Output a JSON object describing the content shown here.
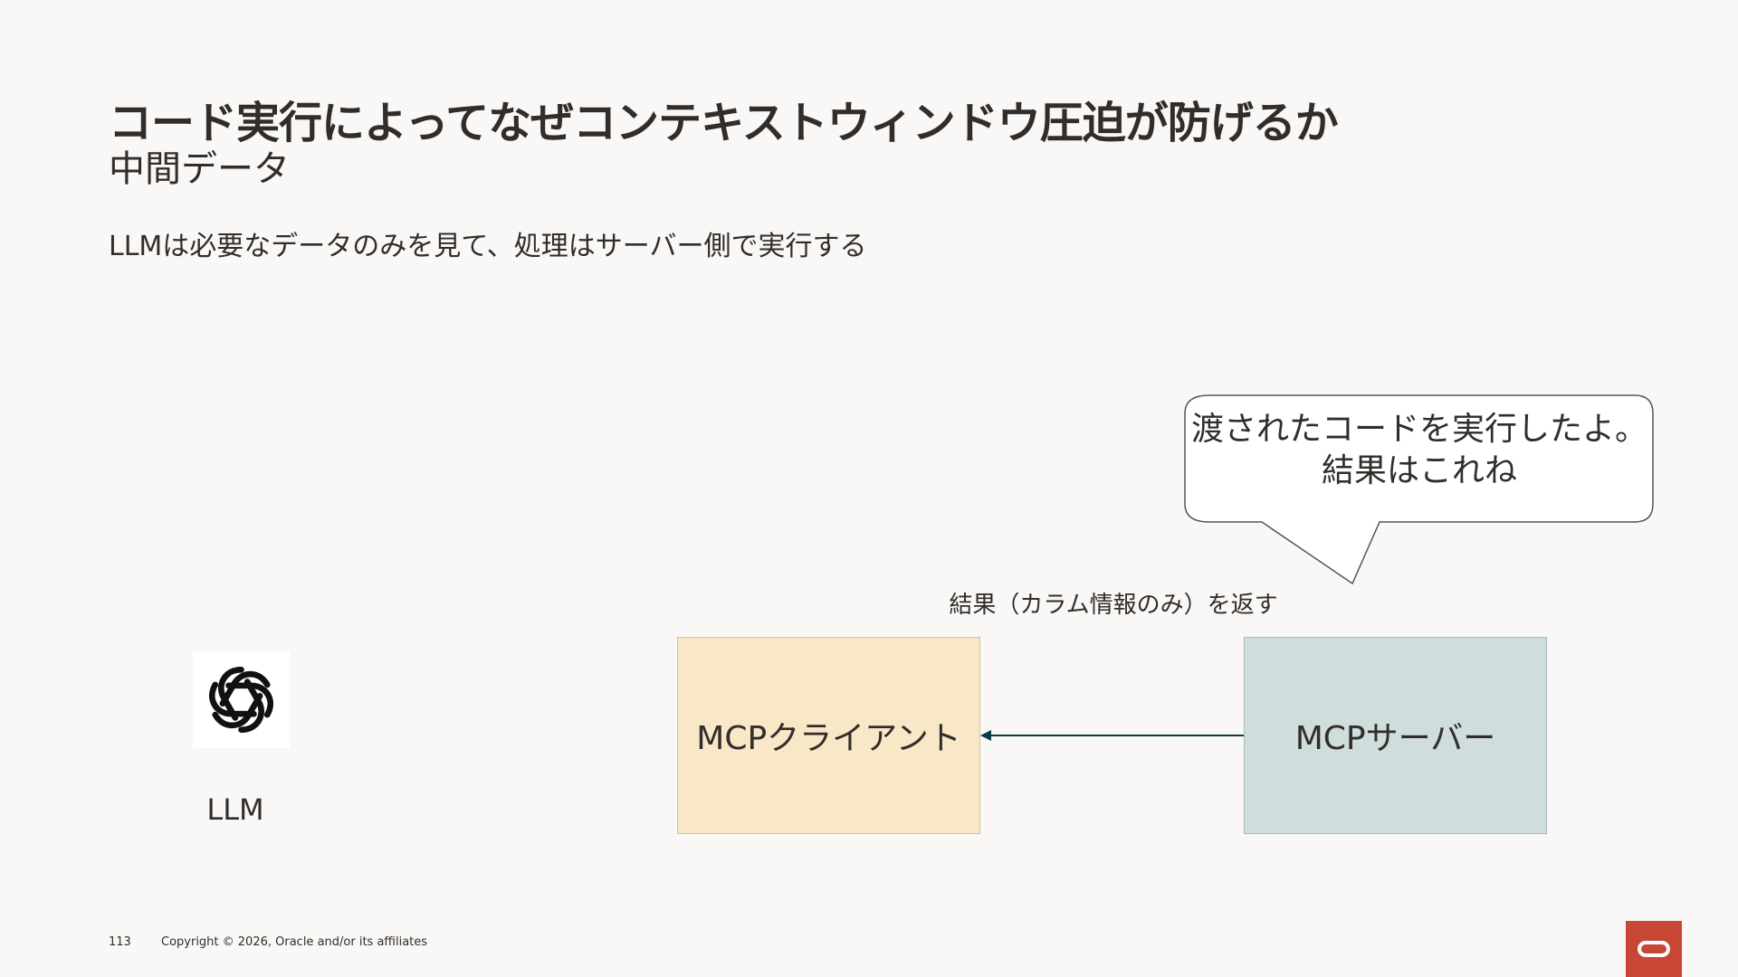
{
  "header": {
    "title": "コード実行によってなぜコンテキストウィンドウ圧迫が防げるか",
    "subtitle": "中間データ"
  },
  "lead_text": "LLMは必要なデータのみを見て、処理はサーバー側で実行する",
  "diagram": {
    "llm": {
      "icon": "openai-logo-icon",
      "label": "LLM"
    },
    "client_box": {
      "label": "MCPクライアント",
      "fill_color": "#f8e8c8"
    },
    "server_box": {
      "label": "MCPサーバー",
      "fill_color": "#d0dddd"
    },
    "arrow": {
      "direction": "server-to-client",
      "label": "結果（カラム情報のみ）を返す",
      "color": "#0e3a4a"
    },
    "speech_bubble": {
      "line1": "渡されたコードを実行したよ。",
      "line2": "結果はこれね"
    }
  },
  "footer": {
    "page_number": "113",
    "copyright": "Copyright © 2026, Oracle and/or its affiliates"
  },
  "brand": {
    "logo": "oracle-logo-icon",
    "color": "#c74634"
  }
}
